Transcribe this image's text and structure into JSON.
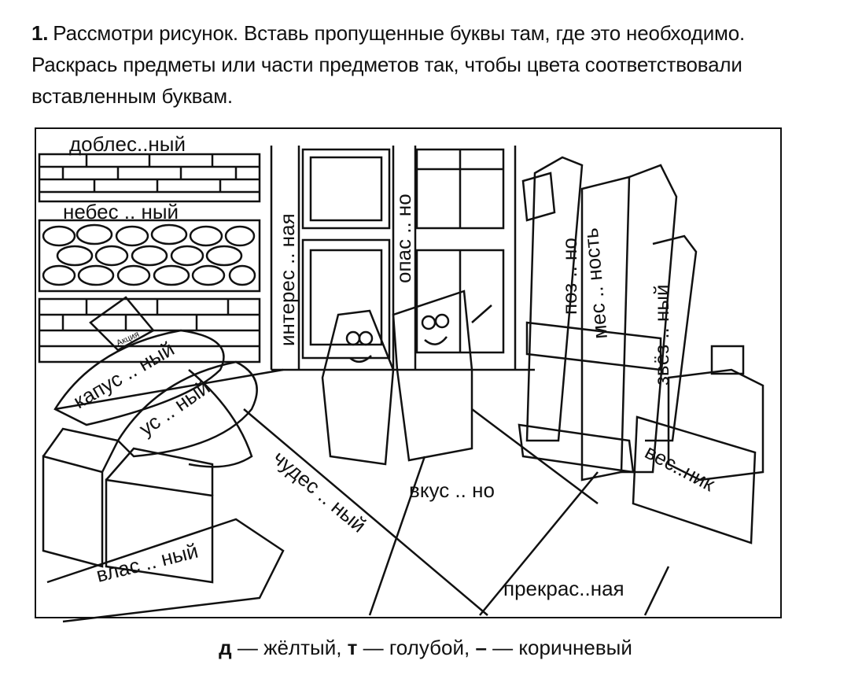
{
  "task": {
    "number": "1.",
    "text": "Рассмотри рисунок. Вставь пропущенные буквы там, где это необходимо. Раскрась предметы или части предметов так, чтобы цвета соответствовали вставленным буквам."
  },
  "picture": {
    "words": {
      "w1": "доблес..ный",
      "w2": "небес .. ный",
      "w3": "интерес .. ная",
      "w4": "опас .. но",
      "w5": "поз .. но",
      "w6": "мес .. ность",
      "w7": "звёз .. ный",
      "w8": "капус .. ный",
      "w9": "ус .. ный",
      "w10": "чудес .. ный",
      "w11": "вкус .. но",
      "w12": "влас .. ный",
      "w13": "прекрас..ная",
      "w14": "вес..ник"
    },
    "sign_text": "Акция"
  },
  "legend": {
    "d_letter": "д",
    "d_text": " — жёлтый, ",
    "t_letter": "т",
    "t_text": " — голубой, ",
    "dash_letter": "–",
    "dash_text": " — коричневый"
  }
}
